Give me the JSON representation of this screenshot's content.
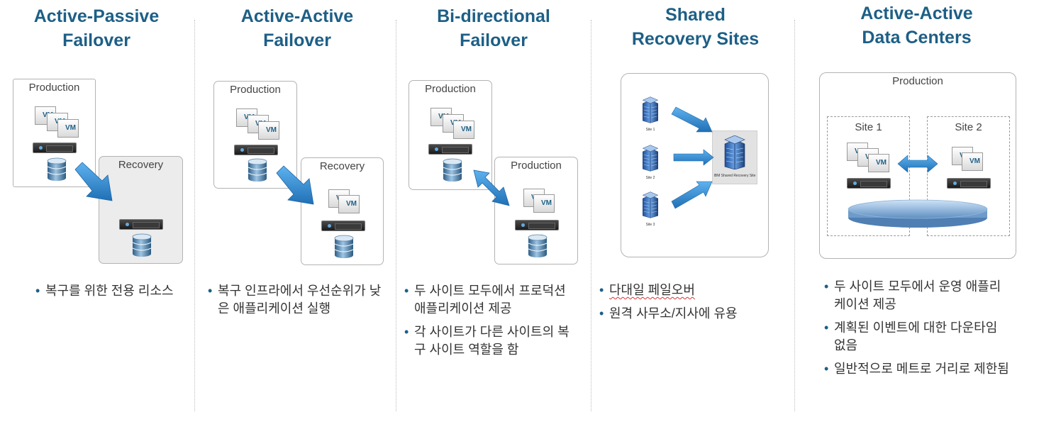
{
  "columns": [
    {
      "title_line1": "Active-Passive",
      "title_line2": "Failover",
      "production_label": "Production",
      "recovery_label": "Recovery",
      "bullets": [
        "복구를 위한 전용 리소스"
      ]
    },
    {
      "title_line1": "Active-Active",
      "title_line2": "Failover",
      "production_label": "Production",
      "recovery_label": "Recovery",
      "bullets": [
        "복구 인프라에서 우선순위가 낮은 애플리케이션 실행"
      ]
    },
    {
      "title_line1": "Bi-directional",
      "title_line2": "Failover",
      "production_label": "Production",
      "recovery_label": "Production",
      "bullets": [
        "두 사이트 모두에서 프로덕션 애플리케이션 제공",
        "각 사이트가 다른 사이트의 복구 사이트 역할을 함"
      ]
    },
    {
      "title_line1": "Shared",
      "title_line2": "Recovery Sites",
      "site_labels": [
        "Site 1",
        "Site 2",
        "Site 3"
      ],
      "shared_site_label": "IBM Shared Recovery Site",
      "bullets": [
        "다대일 페일오버",
        "원격 사무소/지사에 유용"
      ]
    },
    {
      "title_line1": "Active-Active",
      "title_line2": "Data Centers",
      "production_label": "Production",
      "site1_label": "Site 1",
      "site2_label": "Site 2",
      "bullets": [
        "두 사이트 모두에서 운영 애플리케이션 제공",
        "계획된 이벤트에 대한 다운타임 없음",
        "일반적으로 메트로 거리로 제한됨"
      ]
    }
  ],
  "vm_label": "VM",
  "colors": {
    "title": "#1d5f86",
    "arrow": "#2a87cc"
  }
}
